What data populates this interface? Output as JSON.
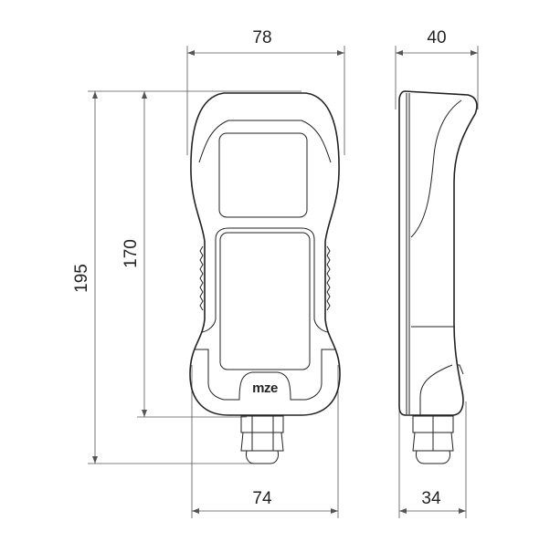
{
  "drawing": {
    "front_view": {
      "width_top": "78",
      "width_bottom": "74",
      "height_total": "195",
      "height_body": "170",
      "logo": "mze"
    },
    "side_view": {
      "depth_top": "40",
      "depth_bottom": "34"
    }
  }
}
